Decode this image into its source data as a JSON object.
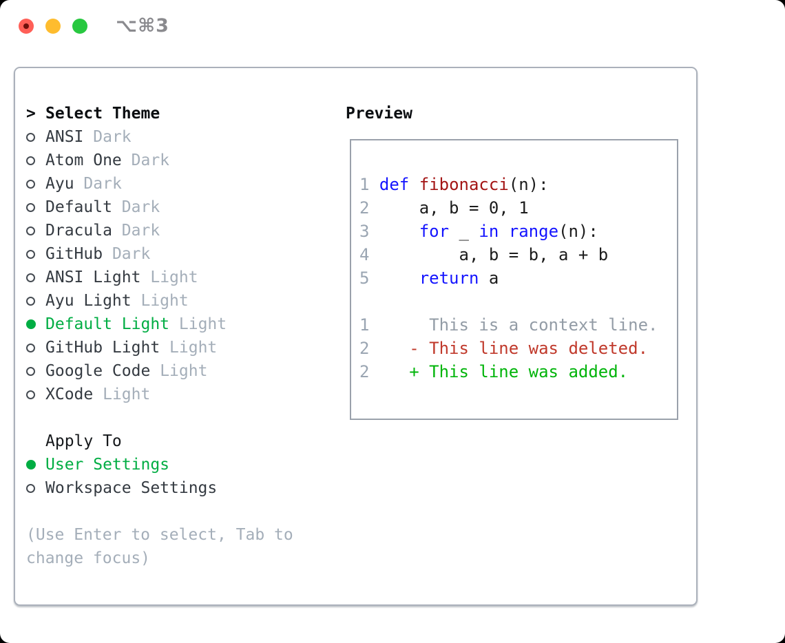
{
  "window": {
    "shortcut": "⌥⌘3",
    "traffic_lights": [
      "close",
      "minimize",
      "zoom"
    ]
  },
  "colors": {
    "accent_green": "#00ad43",
    "keyword_blue": "#1414ff",
    "function_red": "#a31515",
    "code_text": "#1c1c1c",
    "line_number": "#9aa5b2",
    "context_gray": "#939ca6",
    "deleted_red": "#c0392b",
    "added_green": "#00b40a",
    "text_dark": "#343a41",
    "muted_gray": "#a4aeb9",
    "border_gray": "#abb1bb",
    "preview_border": "#9aa1ab",
    "light_red": "#ff5f57",
    "light_red_dot": "#6e100b",
    "light_yellow": "#febc2e",
    "light_green": "#28c840",
    "shortcut_gray": "#8a8a8e"
  },
  "theme_panel": {
    "header_caret": ">",
    "header": "Select Theme",
    "items": [
      {
        "name": "ANSI",
        "variant": "Dark",
        "selected": false
      },
      {
        "name": "Atom One",
        "variant": "Dark",
        "selected": false
      },
      {
        "name": "Ayu",
        "variant": "Dark",
        "selected": false
      },
      {
        "name": "Default",
        "variant": "Dark",
        "selected": false
      },
      {
        "name": "Dracula",
        "variant": "Dark",
        "selected": false
      },
      {
        "name": "GitHub",
        "variant": "Dark",
        "selected": false
      },
      {
        "name": "ANSI Light",
        "variant": "Light",
        "selected": false
      },
      {
        "name": "Ayu Light",
        "variant": "Light",
        "selected": false
      },
      {
        "name": "Default Light",
        "variant": "Light",
        "selected": true
      },
      {
        "name": "GitHub Light",
        "variant": "Light",
        "selected": false
      },
      {
        "name": "Google Code",
        "variant": "Light",
        "selected": false
      },
      {
        "name": "XCode",
        "variant": "Light",
        "selected": false
      }
    ],
    "apply_to": {
      "header": "Apply To",
      "options": [
        {
          "label": "User Settings",
          "selected": true
        },
        {
          "label": "Workspace Settings",
          "selected": false
        }
      ]
    },
    "hint_lines": [
      "(Use Enter to select, Tab to",
      "change focus)"
    ]
  },
  "preview": {
    "title": "Preview",
    "lines": [
      {
        "num": "1",
        "tokens": [
          [
            "plain",
            " "
          ],
          [
            "kw",
            "def"
          ],
          [
            "plain",
            " "
          ],
          [
            "fn",
            "fibonacci"
          ],
          [
            "plain",
            "(n):"
          ]
        ]
      },
      {
        "num": "2",
        "tokens": [
          [
            "plain",
            "     a, b = 0, 1"
          ]
        ]
      },
      {
        "num": "3",
        "tokens": [
          [
            "plain",
            "     "
          ],
          [
            "kw",
            "for"
          ],
          [
            "plain",
            " _ "
          ],
          [
            "kw",
            "in"
          ],
          [
            "plain",
            " "
          ],
          [
            "kw",
            "range"
          ],
          [
            "plain",
            "(n):"
          ]
        ]
      },
      {
        "num": "4",
        "tokens": [
          [
            "plain",
            "         a, b = b, a + b"
          ]
        ]
      },
      {
        "num": "5",
        "tokens": [
          [
            "plain",
            "     "
          ],
          [
            "kw",
            "return"
          ],
          [
            "plain",
            " a"
          ]
        ]
      },
      {
        "num": "",
        "tokens": []
      },
      {
        "num": "1",
        "tokens": [
          [
            "ctx",
            "      This is a context line."
          ]
        ]
      },
      {
        "num": "2",
        "tokens": [
          [
            "del",
            "    - This line was deleted."
          ]
        ]
      },
      {
        "num": "2",
        "tokens": [
          [
            "add",
            "    + This line was added."
          ]
        ]
      }
    ]
  }
}
